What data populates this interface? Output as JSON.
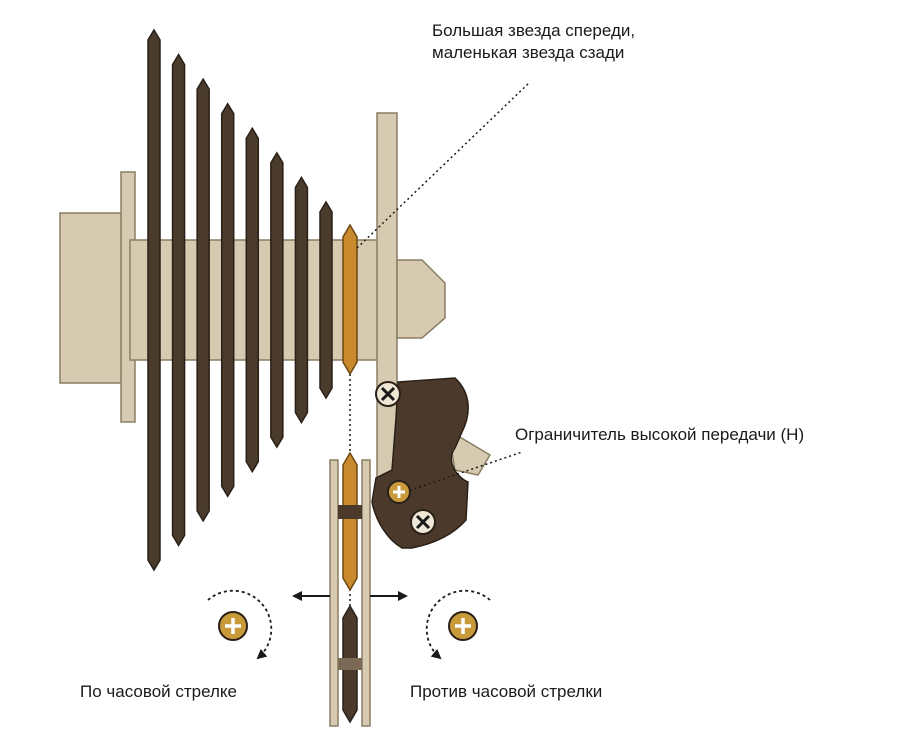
{
  "labels": {
    "big_front_line1": "Большая звезда спереди,",
    "big_front_line2": "маленькая звезда сзади",
    "high_limit": "Ограничитель высокой передачи (H)",
    "clockwise": "По часовой стрелке",
    "counterclockwise": "Против часовой стрелки"
  },
  "colors": {
    "beige": "#d6cab0",
    "beige_stroke": "#8a7d63",
    "sprocket": "#4a3b2d",
    "chain_orange": "#c98a2e",
    "derailleur": "#4b3a2c",
    "screw_gold": "#c99a3a"
  },
  "cassette": {
    "sprocket_count": 8
  },
  "icons": [
    "screw-cross-icon",
    "screw-plus-icon",
    "clockwise-arrow-icon",
    "counterclockwise-arrow-icon",
    "double-arrow-icon"
  ]
}
